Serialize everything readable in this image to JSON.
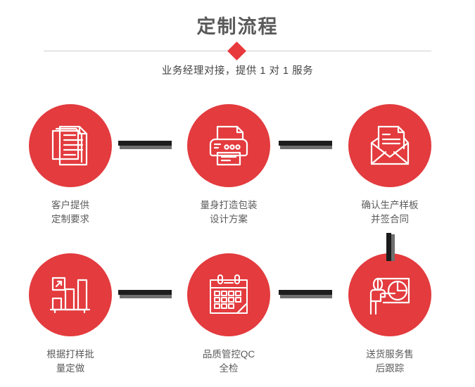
{
  "header": {
    "title": "定制流程",
    "subtitle": "业务经理对接，提供 1 对 1 服务"
  },
  "colors": {
    "accent_red": "#e33b3e",
    "diamond_red": "#e8393c",
    "title_gray": "#5a5a5a",
    "caption_gray": "#5b5b5b",
    "connector_dark": "#1c1c1c",
    "connector_shadow": "#6e6e6e",
    "divider_line": "#cfcfcf",
    "background": "#ffffff"
  },
  "steps": [
    {
      "icon": "documents-stack-icon",
      "caption": "客户提供\n定制要求"
    },
    {
      "icon": "printer-icon",
      "caption": "量身打造包装\n设计方案"
    },
    {
      "icon": "envelope-letter-icon",
      "caption": "确认生产样板\n并签合同"
    },
    {
      "icon": "bar-chart-growth-icon",
      "caption": "根据打样批\n量定做"
    },
    {
      "icon": "calendar-icon",
      "caption": "品质管控QC\n全检"
    },
    {
      "icon": "presentation-person-icon",
      "caption": "送货服务售\n后跟踪"
    }
  ],
  "connectors": {
    "horizontal_count": 4,
    "vertical_count": 1
  }
}
